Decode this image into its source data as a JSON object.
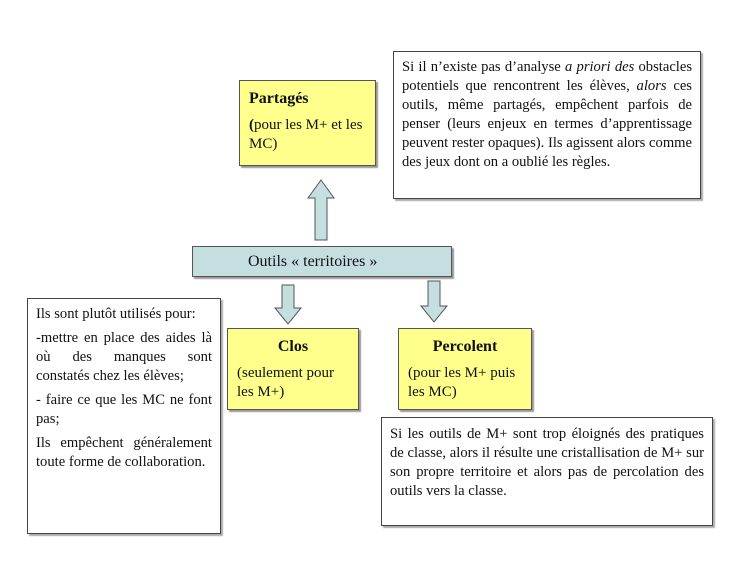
{
  "partages": {
    "title": "Partagés",
    "sub_paren": "(",
    "sub": "pour les M+ et les MC)"
  },
  "note_top": {
    "part1": "Si il n’existe pas d’analyse ",
    "italic1": "a priori des",
    "part2": " obstacles potentiels que rencontrent les élèves, ",
    "italic2": "alors",
    "part3": " ces outils, même partagés, empêchent parfois de penser (leurs enjeux en termes d’apprentissage peuvent rester opaques). Ils agissent alors comme des jeux dont on a oublié les règles."
  },
  "center": {
    "label": "Outils « territoires »"
  },
  "note_left": {
    "p1": "Ils sont plutôt utilisés pour:",
    "p2": "-mettre en place des aides là où des manques sont constatés chez les élèves;",
    "p3": "- faire ce que les MC ne font pas;",
    "p4": "Ils empêchent généralement toute forme de collaboration."
  },
  "clos": {
    "title": "Clos",
    "sub": "(seulement pour les M+)"
  },
  "percolent": {
    "title": "Percolent",
    "sub": "(pour les M+ puis les MC)"
  },
  "note_bottom": {
    "text": "Si les outils de M+ sont trop éloignés des pratiques de classe, alors il résulte une cristallisation  de M+ sur son propre territoire et alors pas de percolation des outils vers la classe."
  },
  "colors": {
    "yellow": "#ffff8c",
    "blue": "#c5dfe0"
  }
}
